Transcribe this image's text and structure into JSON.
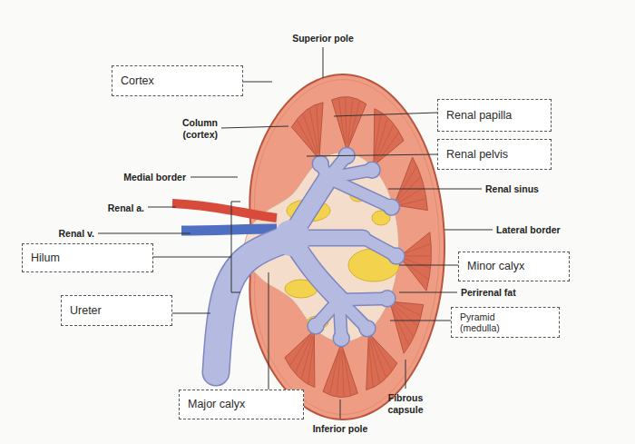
{
  "diagram": {
    "nodes": [
      {
        "text": [
          "Cortex"
        ]
      },
      {
        "text": [
          "Renal papilla"
        ]
      },
      {
        "text": [
          "Renal pelvis"
        ]
      },
      {
        "text": [
          "Hilum"
        ]
      },
      {
        "text": [
          "Minor calyx"
        ]
      },
      {
        "text": [
          "Ureter"
        ]
      },
      {
        "text": [
          "Pyramid (medulla)"
        ]
      },
      {
        "text": [
          "Major calyx"
        ]
      }
    ],
    "labels": [
      "Superior pole",
      "Column (cortex)",
      "Medial border",
      "Renal sinus",
      "Renal a.",
      "Lateral border",
      "Renal v.",
      "Perirenal fat",
      "Fibrous capsule",
      "Inferior pole"
    ]
  }
}
